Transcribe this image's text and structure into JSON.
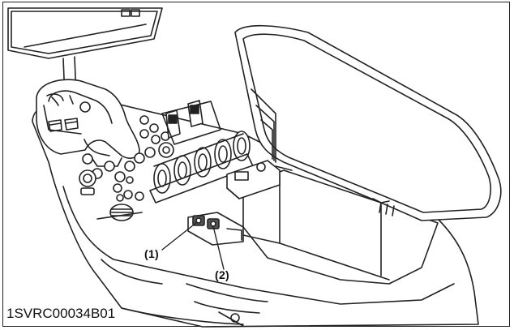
{
  "figure": {
    "code": "1SVRC00034B01",
    "callouts": [
      {
        "label": "(1)"
      },
      {
        "label": "(2)"
      }
    ],
    "line_color": "#222222",
    "background": "#ffffff"
  }
}
